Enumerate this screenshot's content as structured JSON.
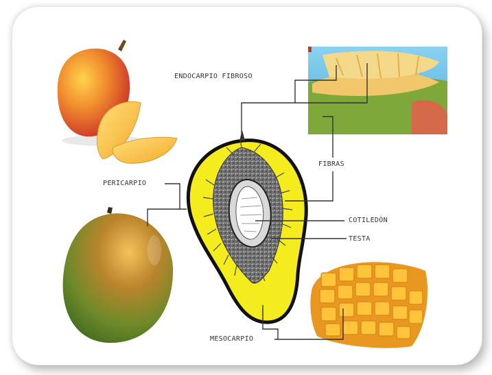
{
  "labels": {
    "endocarpio": "ENDOCARPIO FIBROSO",
    "fibras": "FIBRAS",
    "pericarpio": "PERICARPIO",
    "cotiledon": "COTILEDÓN",
    "testa": "TESTA",
    "mesocarpio": "MESOCARPIO"
  },
  "colors": {
    "mesocarp": "#f5ec1e",
    "outline": "#111111",
    "fibrous_endocarp": "#555555",
    "mango_yellow": "#f7b731",
    "mango_red": "#d8342e",
    "mango_green": "#4f7a26",
    "sky": "#6ec4e8"
  }
}
